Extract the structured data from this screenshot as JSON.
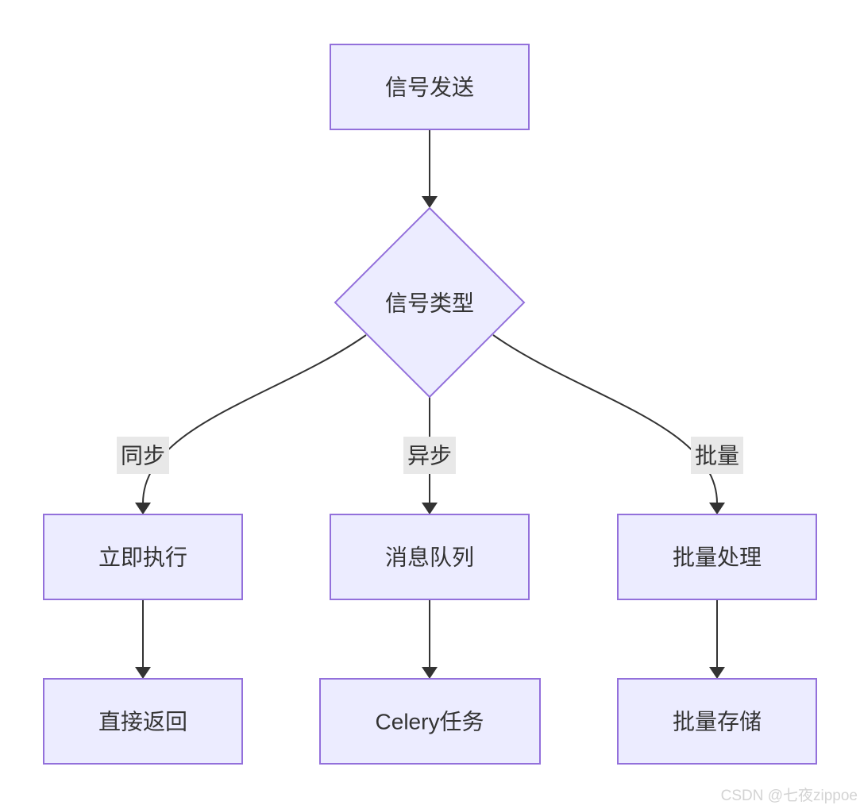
{
  "diagram": {
    "type": "flowchart",
    "nodes": {
      "start": {
        "label": "信号发送",
        "shape": "rect"
      },
      "decision": {
        "label": "信号类型",
        "shape": "diamond"
      },
      "sync_exec": {
        "label": "立即执行",
        "shape": "rect"
      },
      "async_queue": {
        "label": "消息队列",
        "shape": "rect"
      },
      "batch_proc": {
        "label": "批量处理",
        "shape": "rect"
      },
      "sync_return": {
        "label": "直接返回",
        "shape": "rect"
      },
      "celery_task": {
        "label": "Celery任务",
        "shape": "rect"
      },
      "batch_store": {
        "label": "批量存储",
        "shape": "rect"
      }
    },
    "edges": [
      {
        "from": "start",
        "to": "decision",
        "label": ""
      },
      {
        "from": "decision",
        "to": "sync_exec",
        "label": "同步"
      },
      {
        "from": "decision",
        "to": "async_queue",
        "label": "异步"
      },
      {
        "from": "decision",
        "to": "batch_proc",
        "label": "批量"
      },
      {
        "from": "sync_exec",
        "to": "sync_return",
        "label": ""
      },
      {
        "from": "async_queue",
        "to": "celery_task",
        "label": ""
      },
      {
        "from": "batch_proc",
        "to": "batch_store",
        "label": ""
      }
    ],
    "edge_labels": {
      "sync": "同步",
      "async": "异步",
      "batch": "批量"
    },
    "colors": {
      "node_fill": "#ECECFF",
      "node_border": "#9370DB",
      "edge_stroke": "#333333",
      "label_bg": "#e8e8e8",
      "text": "#333333",
      "watermark": "#d3d3d3",
      "background": "#ffffff"
    }
  },
  "watermark": {
    "text": "CSDN @七夜zippoe"
  }
}
